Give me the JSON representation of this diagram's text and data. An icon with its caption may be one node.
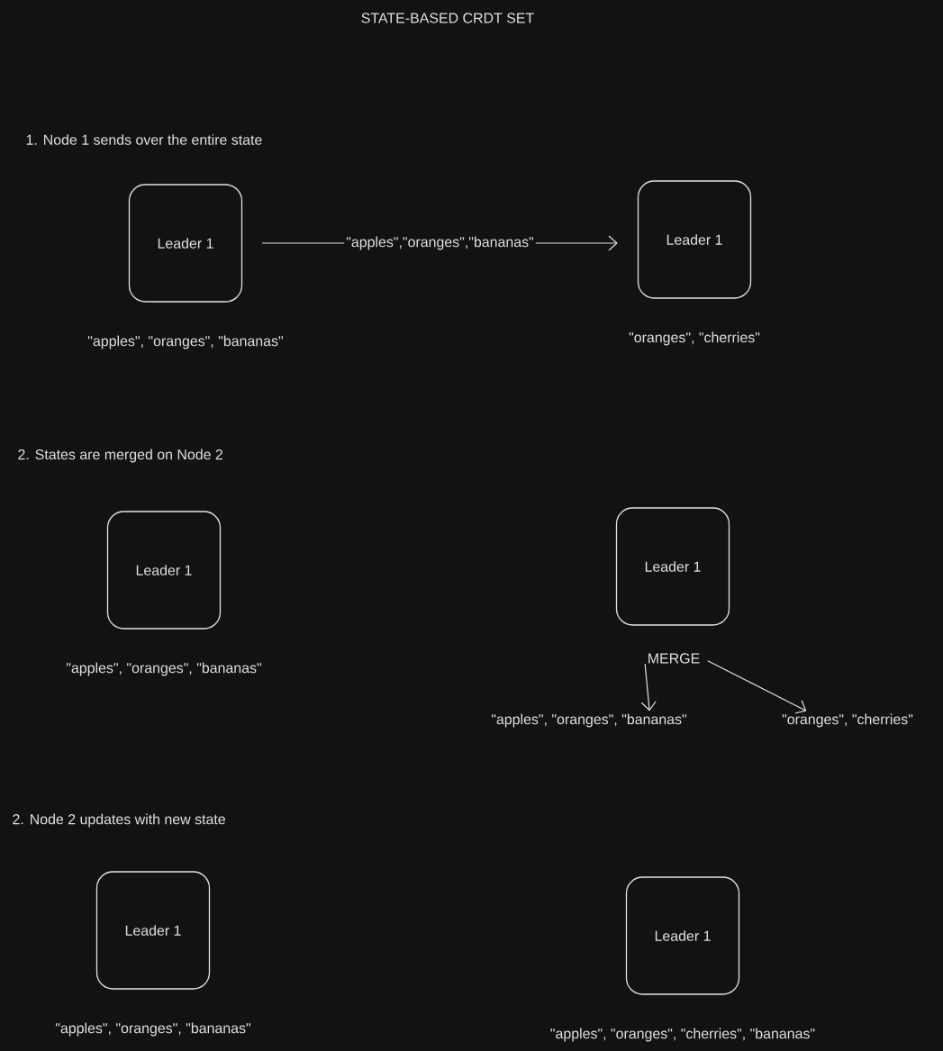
{
  "diagram": {
    "title": "STATE-BASED CRDT SET",
    "nodes": [
      {
        "text": [
          "Leader 1"
        ],
        "beside": [
          "\"apples\", \"oranges\", \"bananas\""
        ]
      },
      {
        "text": [
          "Leader 1"
        ],
        "beside": [
          "\"oranges\", \"cherries\""
        ]
      },
      {
        "text": [
          "Leader 1"
        ],
        "beside": [
          "\"apples\", \"oranges\", \"bananas\""
        ]
      },
      {
        "text": [
          "Leader 1"
        ]
      },
      {
        "text": [
          "MERGE"
        ]
      },
      {
        "text": [
          "\"apples\", \"oranges\", \"bananas\""
        ]
      },
      {
        "text": [
          "\"oranges\", \"cherries\""
        ]
      },
      {
        "text": [
          "Leader 1"
        ],
        "beside": [
          "\"apples\", \"oranges\", \"bananas\""
        ]
      },
      {
        "text": [
          "Leader 1"
        ],
        "beside": [
          "\"apples\", \"oranges\", \"cherries\", \"bananas\""
        ]
      }
    ],
    "edges": [
      {
        "from": 0,
        "to": 1,
        "arrow": "to",
        "label": "\"apples\",\"oranges\",\"bananas\""
      },
      {
        "from": 4,
        "to": 5,
        "arrow": "to"
      },
      {
        "from": 4,
        "to": 6,
        "arrow": "to"
      }
    ],
    "labels": [
      "1. Node 1 sends over the entire state",
      "2. States are merged on Node 2",
      "2. Node 2 updates with new state"
    ]
  }
}
